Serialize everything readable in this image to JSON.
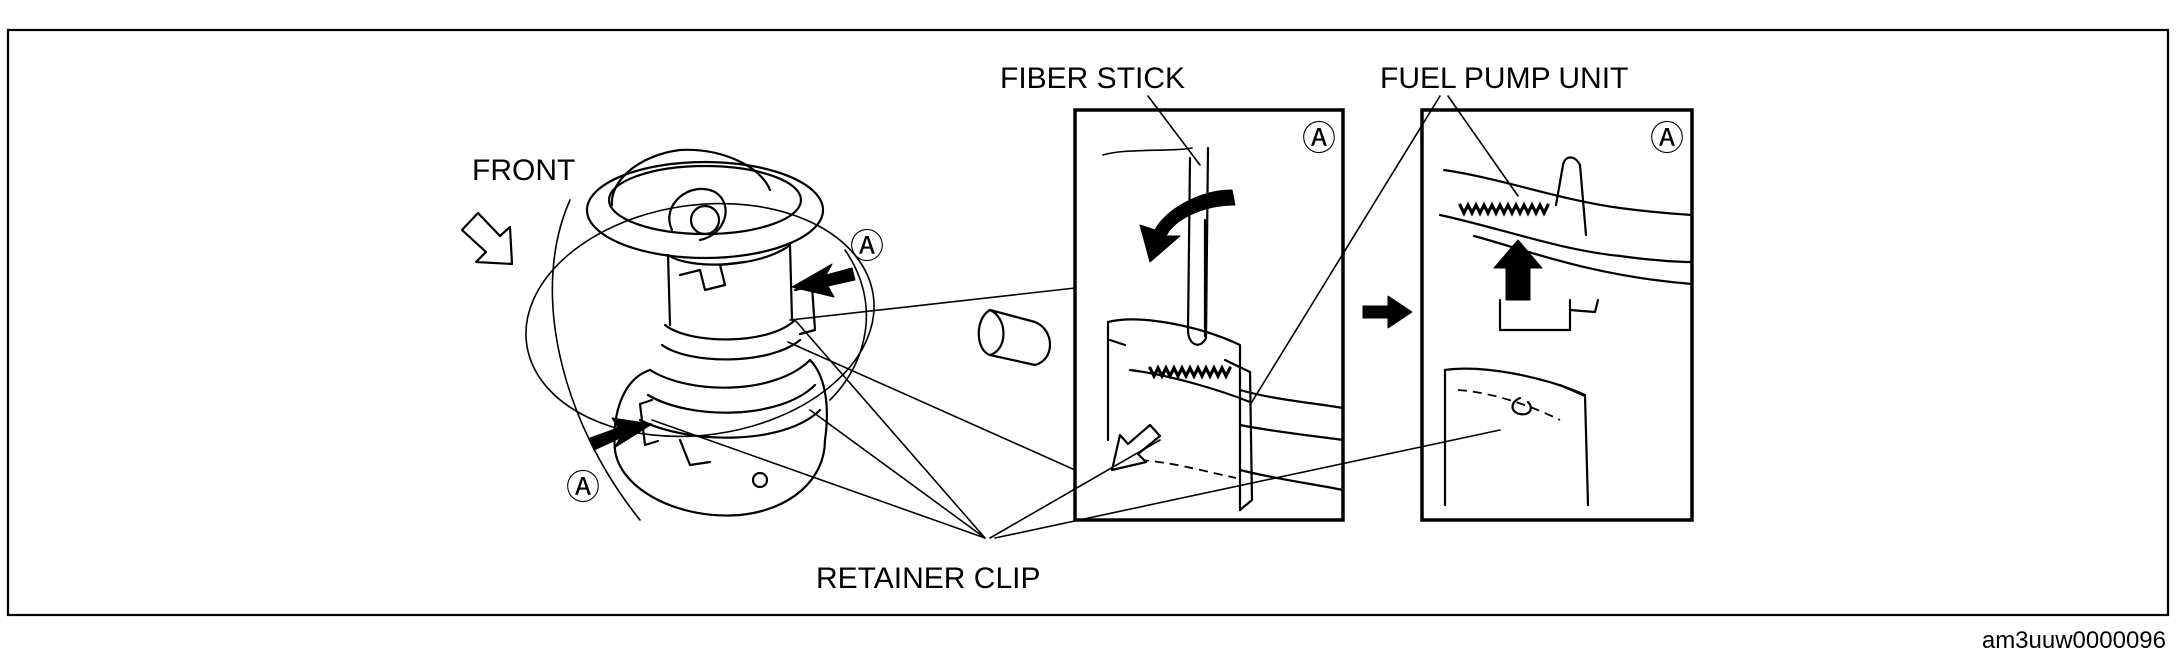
{
  "labels": {
    "front": "FRONT",
    "fiber_stick": "FIBER STICK",
    "fuel_pump_unit": "FUEL PUMP UNIT",
    "retainer_clip": "RETAINER CLIP",
    "marker": "Ⓐ",
    "figure_code": "am3uuw0000096"
  }
}
